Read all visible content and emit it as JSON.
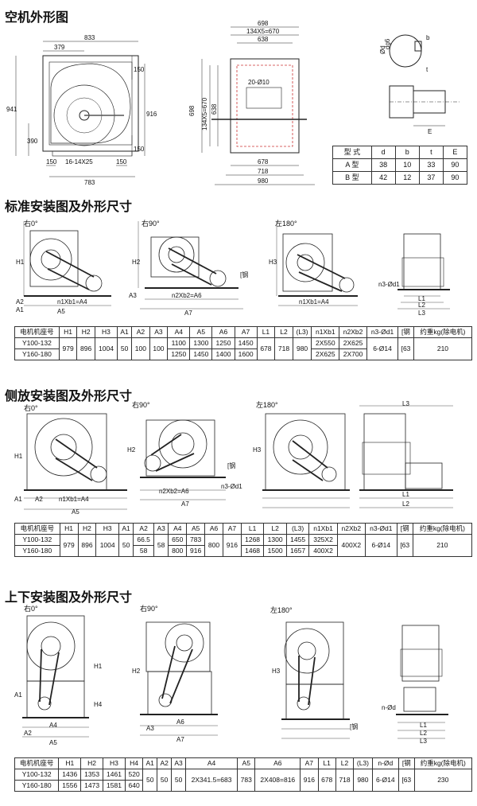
{
  "sections": {
    "s1_title": "空机外形图",
    "s2_title": "标准安装图及外形尺寸",
    "s3_title": "侧放安装图及外形尺寸",
    "s4_title": "上下安装图及外形尺寸"
  },
  "front_view": {
    "w_total": "833",
    "w_left": "379",
    "h_total": "941",
    "h_right": "916",
    "h_top": "150",
    "h_bottom": "150",
    "h_390": "390",
    "holes": "16-14X25",
    "w_bottom": "783",
    "l150a": "150",
    "l150b": "150"
  },
  "side_view": {
    "w698": "698",
    "w134": "134X5=670",
    "w638": "638",
    "holes": "20-Ø10",
    "h698": "698",
    "h134": "134X5=670",
    "h638": "638",
    "w678": "678",
    "w718": "718",
    "w980": "980"
  },
  "shaft": {
    "d": "Ød",
    "dg6": "dg6",
    "b": "b",
    "t": "t",
    "e": "E"
  },
  "type_table": {
    "header": [
      "型 式",
      "d",
      "b",
      "t",
      "E"
    ],
    "rows": [
      [
        "A 型",
        "38",
        "10",
        "33",
        "90"
      ],
      [
        "B 型",
        "42",
        "12",
        "37",
        "90"
      ]
    ]
  },
  "std": {
    "labels": {
      "r0": "右0°",
      "r90": "右90°",
      "l180": "左180°",
      "h1": "H1",
      "h2": "H2",
      "h3": "H3",
      "a1": "A1",
      "a2": "A2",
      "a3": "A3",
      "a5": "A5",
      "a6": "A6",
      "a7": "A7",
      "n1": "n1Xb1=A4",
      "n2": "n2Xb2=A6",
      "n1b": "n1Xb1=A4",
      "steel": "[钢",
      "n3": "n3-Ød1",
      "l1": "L1",
      "l2": "L2",
      "l3": "L3"
    },
    "table": {
      "header": [
        "电机机座号",
        "H1",
        "H2",
        "H3",
        "A1",
        "A2",
        "A3",
        "A4",
        "A5",
        "A6",
        "A7",
        "L1",
        "L2",
        "(L3)",
        "n1Xb1",
        "n2Xb2",
        "n3-Ød1",
        "[钢",
        "约重kg(除电机)"
      ],
      "models": [
        "Y100-132",
        "Y160-180"
      ],
      "h1": "979",
      "h2": "896",
      "h3": "1004",
      "a1": "50",
      "a2": "100",
      "a3": "100",
      "a4": [
        "1100",
        "1250"
      ],
      "a5": [
        "1300",
        "1450"
      ],
      "a6": [
        "1250",
        "1400"
      ],
      "a7": [
        "1450",
        "1600"
      ],
      "l1": "678",
      "l2": "718",
      "l3": "980",
      "n1": [
        "2X550",
        "2X625"
      ],
      "n2": [
        "2X625",
        "2X700"
      ],
      "n3": "6-Ø14",
      "steel": "[63",
      "weight": "210"
    }
  },
  "side": {
    "labels": {
      "r0": "右0°",
      "r90": "右90°",
      "l180": "左180°",
      "h1": "H1",
      "h2": "H2",
      "h3": "H3",
      "a1": "A1",
      "a2": "A2",
      "a5": "A5",
      "a7": "A7",
      "n1": "n1Xb1=A4",
      "n2": "n2Xb2=A6",
      "steel": "[钢",
      "n3": "n3-Ød1",
      "l1": "L1",
      "l2": "L2",
      "l3": "L3"
    },
    "table": {
      "header": [
        "电机机座号",
        "H1",
        "H2",
        "H3",
        "A1",
        "A2",
        "A3",
        "A4",
        "A5",
        "A6",
        "A7",
        "L1",
        "L2",
        "(L3)",
        "n1Xb1",
        "n2Xb2",
        "n3-Ød1",
        "[钢",
        "约重kg(除电机)"
      ],
      "models": [
        "Y100-132",
        "Y160-180"
      ],
      "h1": "979",
      "h2": "896",
      "h3": "1004",
      "a1": "50",
      "a2": [
        "66.5",
        "58"
      ],
      "a3": "58",
      "a4": [
        "650",
        "800"
      ],
      "a5": [
        "783",
        "916"
      ],
      "a6": "800",
      "a7": "916",
      "l1": [
        "1268",
        "1468"
      ],
      "l2": [
        "1300",
        "1500"
      ],
      "l3": [
        "1455",
        "1657"
      ],
      "n1": [
        "325X2",
        "400X2"
      ],
      "n2": "400X2",
      "n3": "6-Ø14",
      "steel": "[63",
      "weight": "210"
    }
  },
  "updown": {
    "labels": {
      "r0": "右0°",
      "r90": "右90°",
      "l180": "左180°",
      "h1": "H1",
      "h2": "H2",
      "h3": "H3",
      "h4": "H4",
      "a1": "A1",
      "a2": "A2",
      "a3": "A3",
      "a4": "A4",
      "a5": "A5",
      "a6": "A6",
      "a7": "A7",
      "steel": "[钢",
      "nd": "n-Ød",
      "l1": "L1",
      "l2": "L2",
      "l3": "L3"
    },
    "table": {
      "header": [
        "电机机座号",
        "H1",
        "H2",
        "H3",
        "H4",
        "A1",
        "A2",
        "A3",
        "A4",
        "A5",
        "A6",
        "A7",
        "L1",
        "L2",
        "(L3)",
        "n-Ød",
        "[钢",
        "约重kg(除电机)"
      ],
      "models": [
        "Y100-132",
        "Y160-180"
      ],
      "h1": [
        "1436",
        "1556"
      ],
      "h2": [
        "1353",
        "1473"
      ],
      "h3": [
        "1461",
        "1581"
      ],
      "h4": [
        "520",
        "640"
      ],
      "a1": "50",
      "a2": "50",
      "a3": "50",
      "a4": "2X341.5=683",
      "a5": "783",
      "a6": "2X408=816",
      "a7": "916",
      "l1": "678",
      "l2": "718",
      "l3": "980",
      "nd": "6-Ø14",
      "steel": "[63",
      "weight": "230"
    }
  }
}
